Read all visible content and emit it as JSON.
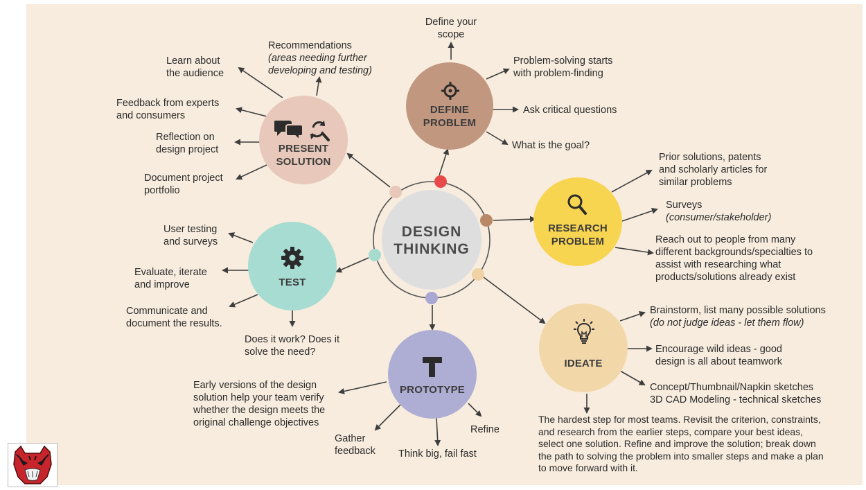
{
  "center": {
    "line1": "DESIGN",
    "line2": "THINKING"
  },
  "stages": {
    "define": {
      "line1": "DEFINE",
      "line2": "PROBLEM",
      "icon": "crosshair-icon",
      "color": "#c19780"
    },
    "research": {
      "line1": "RESEARCH",
      "line2": "PROBLEM",
      "icon": "magnifier-icon",
      "color": "#f8d550"
    },
    "ideate": {
      "line1": "IDEATE",
      "icon": "lightbulb-icon",
      "color": "#f2d7a9"
    },
    "prototype": {
      "line1": "PROTOTYPE",
      "icon": "hammer-icon",
      "color": "#aeaed4"
    },
    "test": {
      "line1": "TEST",
      "icon": "gear-icon",
      "color": "#a7dcd2"
    },
    "present": {
      "line1": "PRESENT",
      "line2": "SOLUTION",
      "icon": "chat-bubbles-and-refresh-icon",
      "color": "#e8c8ba"
    }
  },
  "notes": {
    "define": {
      "scope": [
        "Define your",
        "scope"
      ],
      "finding": [
        "Problem-solving starts",
        "with problem-finding"
      ],
      "critical": [
        "Ask critical questions"
      ],
      "goal": [
        "What is the goal?"
      ]
    },
    "research": {
      "prior": [
        "Prior solutions, patents",
        "and scholarly articles for",
        "similar problems"
      ],
      "surveys": "Surveys",
      "surveys_sub": "(consumer/stakeholder)",
      "reach": [
        "Reach out to people from many",
        "different backgrounds/specialties to",
        "assist with researching what",
        "products/solutions already exist"
      ]
    },
    "ideate": {
      "brainstorm": "Brainstorm, list many possible solutions",
      "brainstorm_sub": "(do not judge ideas - let them flow)",
      "wild": [
        "Encourage wild ideas - good",
        "design is all about teamwork"
      ],
      "concept": [
        "Concept/Thumbnail/Napkin sketches",
        "3D CAD Modeling - technical sketches"
      ],
      "hardest": [
        "The hardest step for most teams. Revisit the criterion, constraints,",
        "and research from the earlier steps, compare your best ideas,",
        "select one solution. Refine and improve the solution; break down",
        "the path to solving the problem into smaller steps and make a plan",
        "to move forward with it."
      ]
    },
    "prototype": {
      "early": [
        "Early versions of the design",
        "solution help your team verify",
        "whether the design meets the",
        "original challenge objectives"
      ],
      "gather": [
        "Gather",
        "feedback"
      ],
      "think": [
        "Think big, fail fast"
      ],
      "refine": [
        "Refine"
      ]
    },
    "test": {
      "user": [
        "User testing",
        "and surveys"
      ],
      "evaluate": [
        "Evaluate, iterate",
        "and improve"
      ],
      "communicate": [
        "Communicate and",
        "document the results."
      ],
      "works": [
        "Does it work? Does it",
        "solve the need?"
      ]
    },
    "present": {
      "recommend": "Recommendations",
      "recommend_sub": [
        "(areas needing further",
        "developing and testing)"
      ],
      "learn": [
        "Learn about",
        "the audience"
      ],
      "feedback": [
        "Feedback from experts",
        "and consumers"
      ],
      "reflection": [
        "Reflection on",
        "design project"
      ],
      "document": [
        "Document project",
        "portfolio"
      ]
    }
  },
  "logo": {
    "icon": "tiger-mascot-logo"
  }
}
